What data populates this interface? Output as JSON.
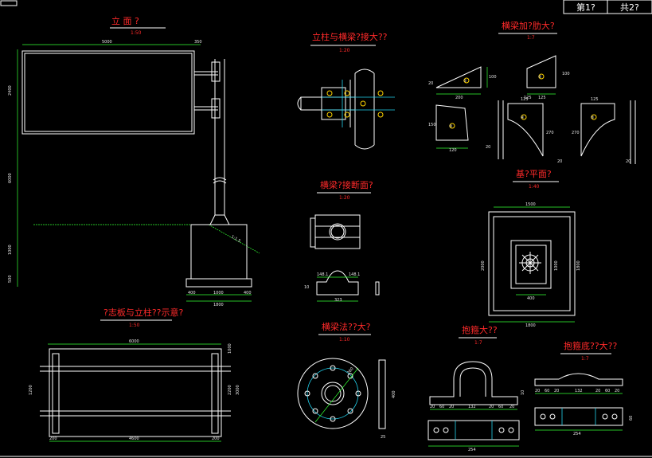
{
  "title_block": {
    "sheet": "第1?",
    "total": "共2?"
  },
  "views": {
    "elevation": {
      "title": "立 面 ?",
      "scale": "1:50"
    },
    "column_beam": {
      "title": "立柱与横梁?接大??",
      "scale": "1:20"
    },
    "stiffener": {
      "title": "横梁加?肋大?",
      "scale": "1:7"
    },
    "beam_section": {
      "title": "横梁?接断面?",
      "scale": "1:20"
    },
    "foundation": {
      "title": "基?平面?",
      "scale": "1:40"
    },
    "sign_column": {
      "title": "?志板与立柱??示意?",
      "scale": "1:50"
    },
    "flange": {
      "title": "横梁法??大?",
      "scale": "1:10"
    },
    "hoop": {
      "title": "抱箍大??",
      "scale": "1:7"
    },
    "hoop_base": {
      "title": "抱箍底??大??",
      "scale": "1:7"
    }
  },
  "dims": {
    "elev_top": "5000",
    "elev_top_r": "350",
    "elev_left_1": "2400",
    "elev_left_2": "6000",
    "elev_left_3": "1000",
    "elev_left_4": "500",
    "elev_bot": [
      "400",
      "1000",
      "400"
    ],
    "elev_bot_total": "1800",
    "elev_slope": "1:1.5",
    "stiff_a": [
      "200",
      "100",
      "20"
    ],
    "stiff_b": [
      "125",
      "125",
      "100"
    ],
    "stiff_c": [
      "120",
      "150",
      "20"
    ],
    "stiff_d": [
      "125",
      "270",
      "20"
    ],
    "stiff_e": [
      "125",
      "270",
      "20"
    ],
    "bs_top": [
      "148.1",
      "148.1"
    ],
    "bs_bot": "323",
    "bs_side": "10",
    "fnd_top": "1500",
    "fnd_left": "2000",
    "fnd_right": "1000",
    "fnd_right2": "1800",
    "fnd_inner": "400",
    "fnd_bot": "1800",
    "sc_top": "6000",
    "sc_right": [
      "1000",
      "2200",
      "3000"
    ],
    "sc_left": "1200",
    "sc_bot": [
      "200",
      "4600",
      "200"
    ],
    "flange_r": "260",
    "flange_side": "400",
    "flange_t": "25",
    "hoop_top": [
      "20",
      "60",
      "20",
      "132",
      "20",
      "60",
      "20"
    ],
    "hoop_bot": "254",
    "hoop_r": "10",
    "hb_top": [
      "20",
      "60",
      "20",
      "132",
      "20",
      "60",
      "20"
    ],
    "hb_bot": "254",
    "hb_r": "60"
  },
  "marks": [
    "①",
    "②",
    "③",
    "④",
    "⑤"
  ]
}
